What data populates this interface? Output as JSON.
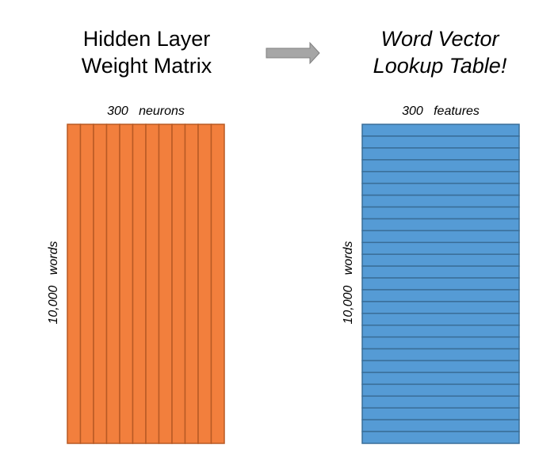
{
  "left": {
    "title_line1": "Hidden Layer",
    "title_line2": "Weight Matrix",
    "top_label": "300   neurons",
    "side_label": "10,000   words",
    "fill": "#F27F3D",
    "stroke": "#B85A25"
  },
  "right": {
    "title_line1": "Word Vector",
    "title_line2": "Lookup Table!",
    "top_label": "300   features",
    "side_label": "10,000   words",
    "fill": "#559BD5",
    "stroke": "#3A6E98"
  },
  "arrow": {
    "icon": "right-arrow-icon",
    "fill": "#A6A6A6",
    "stroke": "#808080"
  }
}
